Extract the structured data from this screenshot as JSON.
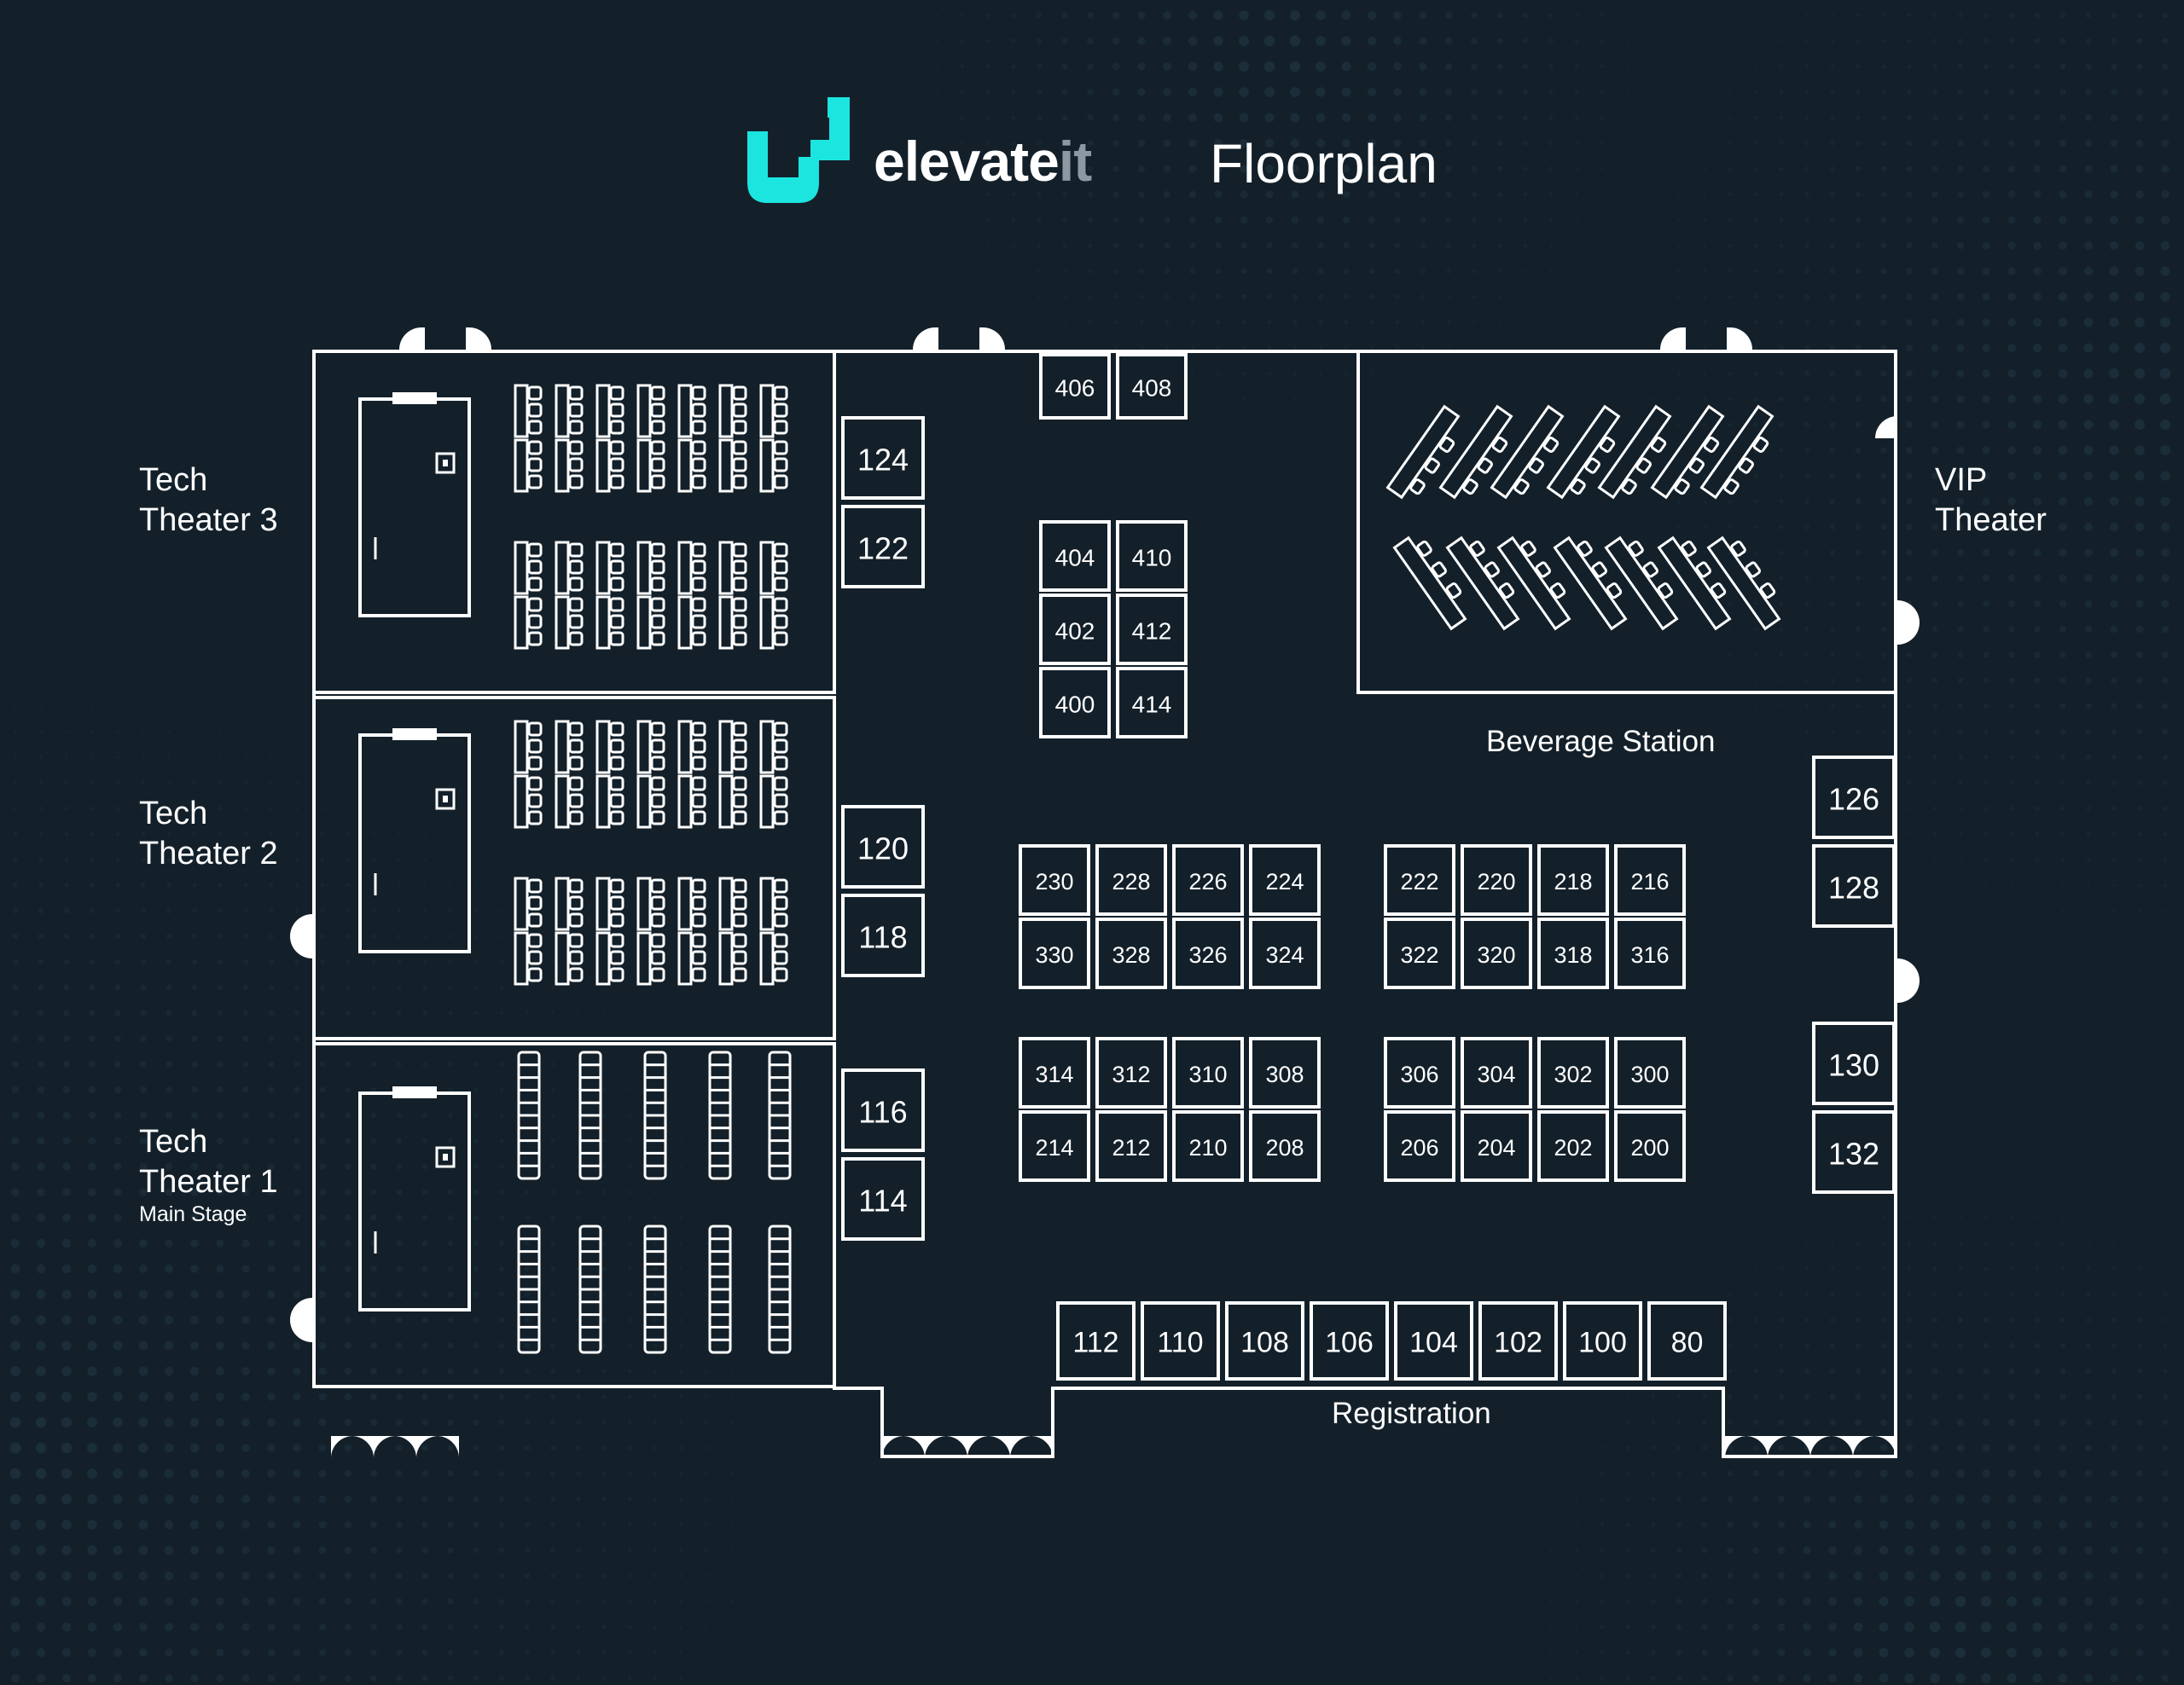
{
  "header": {
    "brand_main": "elevate",
    "brand_accent": "it",
    "title": "Floorplan",
    "logo_icon": "elevateit-logo-icon"
  },
  "colors": {
    "background": "#13202a",
    "line": "#ffffff",
    "logo_accent": "#1ce5e0"
  },
  "rooms": {
    "tech_theater_3": {
      "line1": "Tech",
      "line2": "Theater 3"
    },
    "tech_theater_2": {
      "line1": "Tech",
      "line2": "Theater 2"
    },
    "tech_theater_1": {
      "line1": "Tech",
      "line2": "Theater 1",
      "sub": "Main Stage"
    },
    "vip_theater": {
      "line1": "VIP",
      "line2": "Theater"
    }
  },
  "areas": {
    "beverage": "Beverage Station",
    "registration": "Registration"
  },
  "booths": {
    "left_column": [
      "124",
      "122",
      "120",
      "118",
      "116",
      "114"
    ],
    "top_pair": [
      "406",
      "408"
    ],
    "center_pairs": [
      [
        "404",
        "410"
      ],
      [
        "402",
        "412"
      ],
      [
        "400",
        "414"
      ]
    ],
    "block_a": [
      [
        "230",
        "228",
        "226",
        "224"
      ],
      [
        "330",
        "328",
        "326",
        "324"
      ]
    ],
    "block_b": [
      [
        "222",
        "220",
        "218",
        "216"
      ],
      [
        "322",
        "320",
        "318",
        "316"
      ]
    ],
    "block_c": [
      [
        "314",
        "312",
        "310",
        "308"
      ],
      [
        "214",
        "212",
        "210",
        "208"
      ]
    ],
    "block_d": [
      [
        "306",
        "304",
        "302",
        "300"
      ],
      [
        "206",
        "204",
        "202",
        "200"
      ]
    ],
    "right_column": [
      "126",
      "128",
      "130",
      "132"
    ],
    "registration_row": [
      "112",
      "110",
      "108",
      "106",
      "104",
      "102",
      "100",
      "80"
    ]
  }
}
